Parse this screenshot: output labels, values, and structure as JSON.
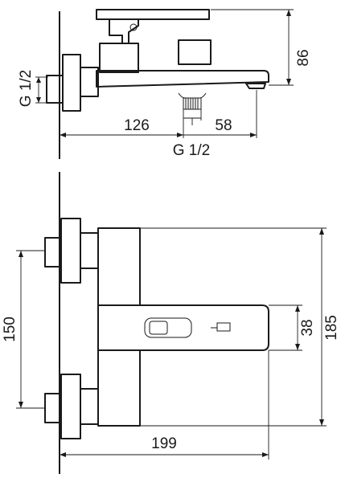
{
  "drawing": {
    "top_view": {
      "thread_left_label": "G 1/2",
      "dim_height": "86",
      "dim_spout_reach": "126",
      "dim_outlet_offset": "58",
      "thread_bottom_label": "G 1/2"
    },
    "front_view": {
      "dim_inlet_spacing": "150",
      "dim_handle_height": "38",
      "dim_total_height": "185",
      "dim_total_width": "199"
    }
  }
}
